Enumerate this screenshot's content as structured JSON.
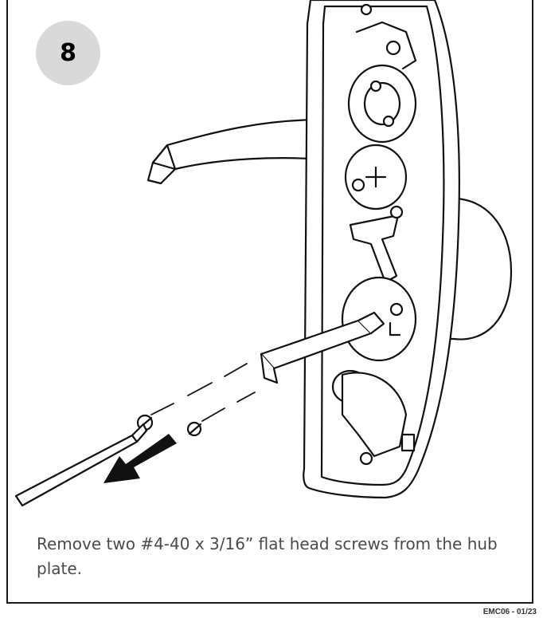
{
  "step": {
    "number": "8"
  },
  "caption": "Remove two #4-40 x 3/16” flat head screws from the hub plate.",
  "footer": {
    "doc_code": "EMC06 - 01/23"
  },
  "colors": {
    "badge_background": "#d9d9d9",
    "line_art": "#111111",
    "panel_border": "#1a1a1a",
    "arrow": "#111111"
  },
  "icons": {
    "step_badge": "circle-badge",
    "direction": "arrow-left-down-icon"
  }
}
